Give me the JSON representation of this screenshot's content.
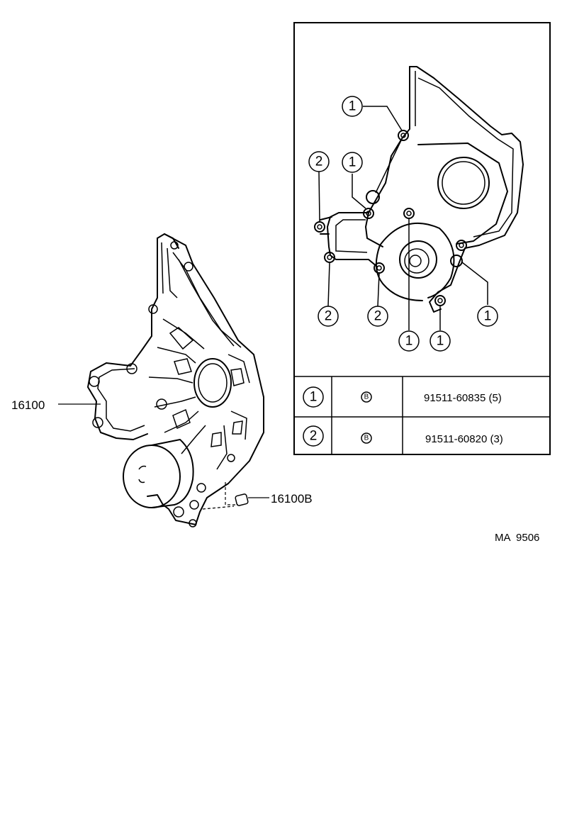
{
  "part_labels": {
    "cover": "16100",
    "plug": "16100B"
  },
  "callouts": {
    "one": "1",
    "two": "2"
  },
  "bolt_table": {
    "rows": [
      {
        "key": "1",
        "symbol": "B",
        "part_no": "91511-60835 (5)"
      },
      {
        "key": "2",
        "symbol": "B",
        "part_no": "91511-60820 (3)"
      }
    ]
  },
  "footer_code": "MA  9506"
}
